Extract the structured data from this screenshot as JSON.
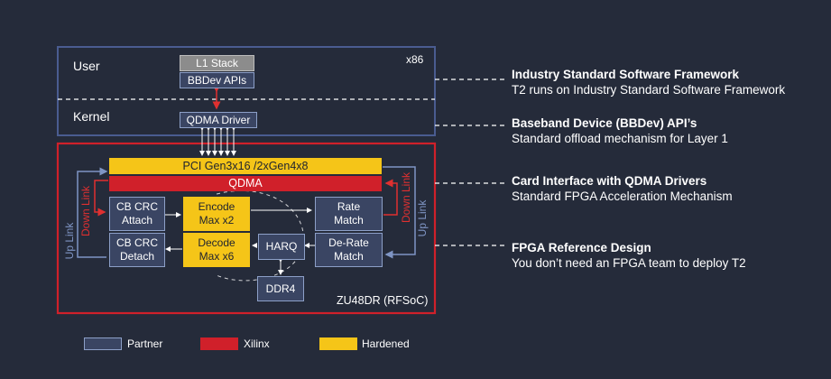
{
  "host": {
    "user_label": "User",
    "kernel_label": "Kernel",
    "arch_label": "x86",
    "l1_stack": "L1 Stack",
    "bbdev_apis": "BBDev APIs",
    "qdma_driver": "QDMA Driver"
  },
  "card": {
    "pci_label": "PCI Gen3x16 /2xGen4x8",
    "qdma_label": "QDMA",
    "cb_crc_attach": [
      "CB CRC",
      "Attach"
    ],
    "encode": [
      "Encode",
      "Max x2"
    ],
    "rate_match": [
      "Rate",
      "Match"
    ],
    "cb_crc_detach": [
      "CB CRC",
      "Detach"
    ],
    "decode": [
      "Decode",
      "Max x6"
    ],
    "harq": "HARQ",
    "derate_match": [
      "De-Rate",
      "Match"
    ],
    "ddr4": "DDR4",
    "device_label": "ZU48DR (RFSoC)",
    "up_link": "Up Link",
    "down_link": "Down Link"
  },
  "annotations": [
    {
      "title": "Industry Standard Software Framework",
      "subtitle": "T2 runs on Industry Standard Software Framework"
    },
    {
      "title": "Baseband Device (BBDev) API’s",
      "subtitle": "Standard offload mechanism for Layer 1"
    },
    {
      "title": "Card Interface with QDMA Drivers",
      "subtitle": "Standard FPGA Acceleration Mechanism"
    },
    {
      "title": "FPGA Reference Design",
      "subtitle": "You don’t need an FPGA team to deploy T2"
    }
  ],
  "legend": [
    {
      "label": "Partner",
      "color": "#3a4563"
    },
    {
      "label": "Xilinx",
      "color": "#d0202a"
    },
    {
      "label": "Hardened",
      "color": "#f5c518"
    }
  ],
  "colors": {
    "background": "#252b3a",
    "partner": "#3a4563",
    "xilinx": "#d0202a",
    "hardened": "#f5c518"
  }
}
